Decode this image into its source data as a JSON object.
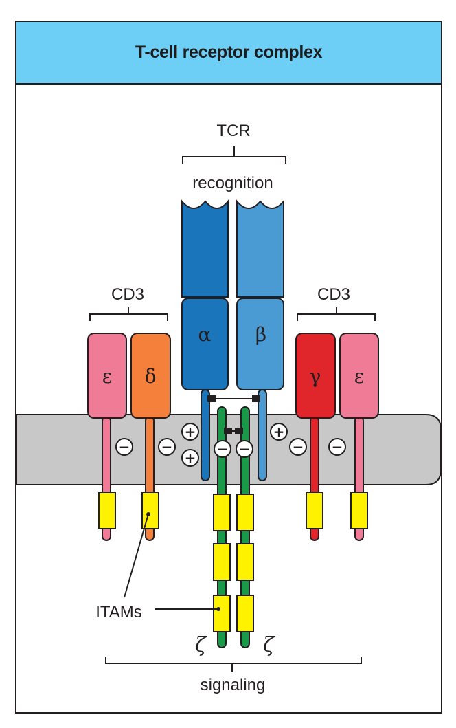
{
  "title": "T-cell receptor complex",
  "labels": {
    "tcr": "TCR",
    "recognition": "recognition",
    "cd3_left": "CD3",
    "cd3_right": "CD3",
    "itams": "ITAMs",
    "signaling": "signaling"
  },
  "chains": {
    "epsilon_left": "ε",
    "delta": "δ",
    "alpha": "α",
    "beta": "β",
    "gamma": "γ",
    "epsilon_right": "ε",
    "zeta_left": "ζ",
    "zeta_right": "ζ"
  },
  "charges": {
    "minus": "−",
    "plus": "+"
  },
  "colors": {
    "header_fill": "#6dcff6",
    "membrane": "#c8c8c8",
    "tcr_alpha": "#1b75bb",
    "tcr_beta": "#4a9ad4",
    "epsilon": "#f07b96",
    "delta": "#f4803c",
    "gamma": "#e0252b",
    "zeta": "#1a9a48",
    "itam": "#fff200"
  }
}
